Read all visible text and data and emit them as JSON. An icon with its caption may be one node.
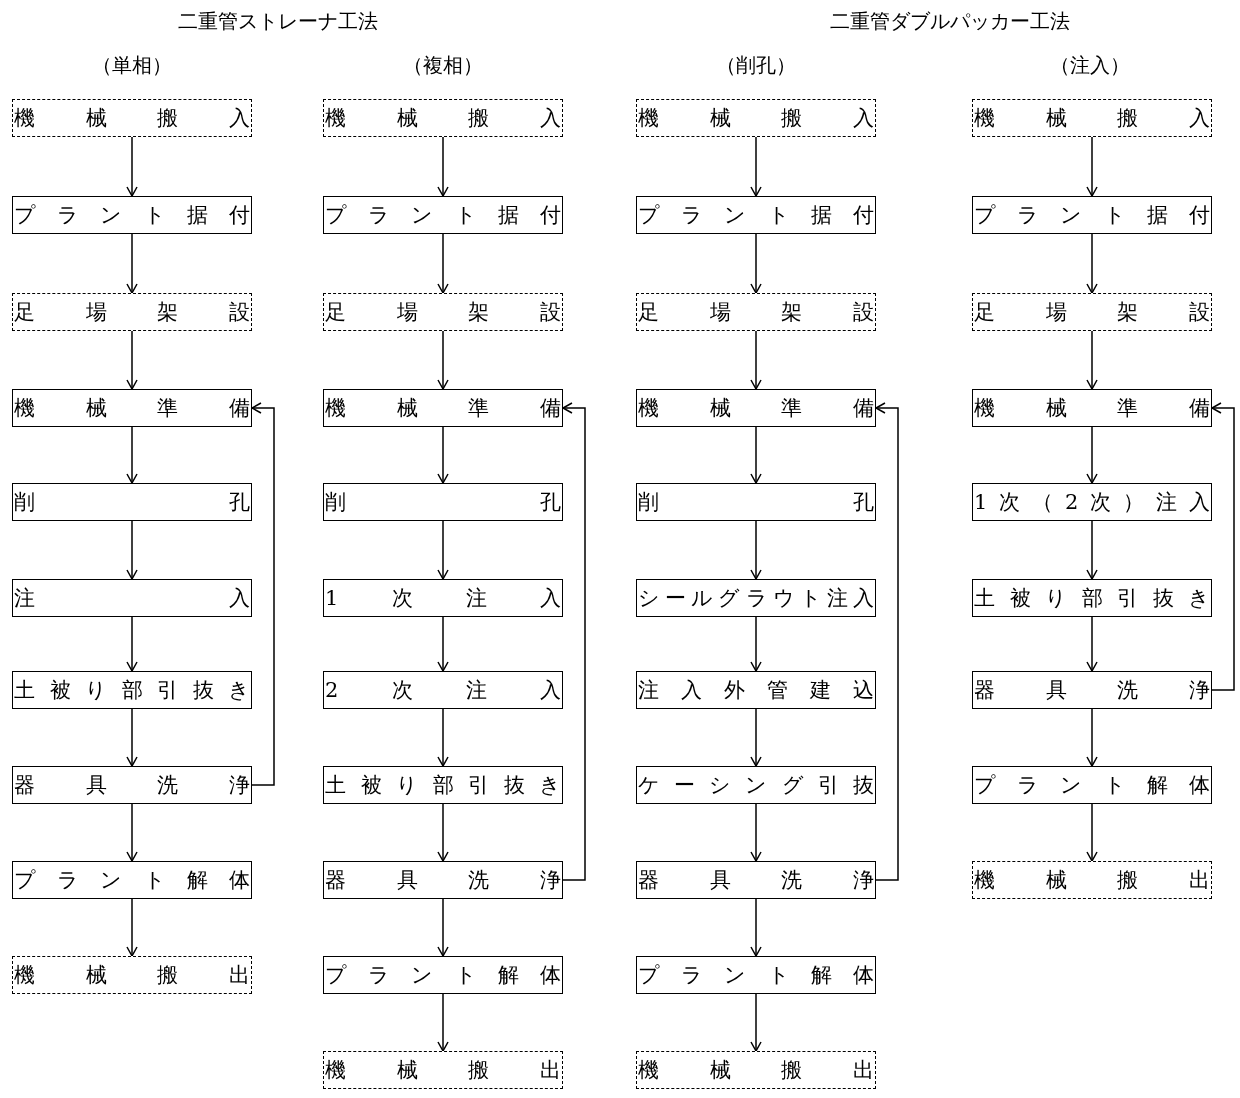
{
  "diagram": {
    "nodes": [
      {
        "text": [
          "機械搬入"
        ]
      },
      {
        "text": [
          "プラント据付"
        ]
      },
      {
        "text": [
          "足場架設"
        ]
      },
      {
        "text": [
          "機械準備"
        ]
      },
      {
        "text": [
          "削孔"
        ]
      },
      {
        "text": [
          "注入"
        ]
      },
      {
        "text": [
          "土被り部引抜き"
        ]
      },
      {
        "text": [
          "器具洗浄"
        ]
      },
      {
        "text": [
          "プラント解体"
        ]
      },
      {
        "text": [
          "機械搬出"
        ]
      },
      {
        "text": [
          "機械搬入"
        ]
      },
      {
        "text": [
          "プラント据付"
        ]
      },
      {
        "text": [
          "足場架設"
        ]
      },
      {
        "text": [
          "機械準備"
        ]
      },
      {
        "text": [
          "削孔"
        ]
      },
      {
        "text": [
          "1次注入"
        ]
      },
      {
        "text": [
          "2次注入"
        ]
      },
      {
        "text": [
          "土被り部引抜き"
        ]
      },
      {
        "text": [
          "器具洗浄"
        ]
      },
      {
        "text": [
          "プラント解体"
        ]
      },
      {
        "text": [
          "機械搬出"
        ]
      },
      {
        "text": [
          "機械搬入"
        ]
      },
      {
        "text": [
          "プラント据付"
        ]
      },
      {
        "text": [
          "足場架設"
        ]
      },
      {
        "text": [
          "機械準備"
        ]
      },
      {
        "text": [
          "削孔"
        ]
      },
      {
        "text": [
          "シールグラウト注入"
        ]
      },
      {
        "text": [
          "注入外管建込"
        ]
      },
      {
        "text": [
          "ケーシング引抜"
        ]
      },
      {
        "text": [
          "器具洗浄"
        ]
      },
      {
        "text": [
          "プラント解体"
        ]
      },
      {
        "text": [
          "機械搬出"
        ]
      },
      {
        "text": [
          "機械搬入"
        ]
      },
      {
        "text": [
          "プラント据付"
        ]
      },
      {
        "text": [
          "足場架設"
        ]
      },
      {
        "text": [
          "機械準備"
        ]
      },
      {
        "text": [
          "1次（2次）注入"
        ]
      },
      {
        "text": [
          "土被り部引抜き"
        ]
      },
      {
        "text": [
          "器具洗浄"
        ]
      },
      {
        "text": [
          "プラント解体"
        ]
      },
      {
        "text": [
          "機械搬出"
        ]
      }
    ],
    "edges": [
      {
        "from": 0,
        "to": 1,
        "arrow": "to"
      },
      {
        "from": 1,
        "to": 2,
        "arrow": "to"
      },
      {
        "from": 2,
        "to": 3,
        "arrow": "to"
      },
      {
        "from": 3,
        "to": 4,
        "arrow": "to"
      },
      {
        "from": 4,
        "to": 5,
        "arrow": "to"
      },
      {
        "from": 5,
        "to": 6,
        "arrow": "to"
      },
      {
        "from": 6,
        "to": 7,
        "arrow": "to"
      },
      {
        "from": 7,
        "to": 8,
        "arrow": "to"
      },
      {
        "from": 8,
        "to": 9,
        "arrow": "to"
      },
      {
        "from": 7,
        "to": 3,
        "arrow": "to"
      },
      {
        "from": 10,
        "to": 11,
        "arrow": "to"
      },
      {
        "from": 11,
        "to": 12,
        "arrow": "to"
      },
      {
        "from": 12,
        "to": 13,
        "arrow": "to"
      },
      {
        "from": 13,
        "to": 14,
        "arrow": "to"
      },
      {
        "from": 14,
        "to": 15,
        "arrow": "to"
      },
      {
        "from": 15,
        "to": 16,
        "arrow": "to"
      },
      {
        "from": 16,
        "to": 17,
        "arrow": "to"
      },
      {
        "from": 17,
        "to": 18,
        "arrow": "to"
      },
      {
        "from": 18,
        "to": 19,
        "arrow": "to"
      },
      {
        "from": 19,
        "to": 20,
        "arrow": "to"
      },
      {
        "from": 18,
        "to": 13,
        "arrow": "to"
      },
      {
        "from": 21,
        "to": 22,
        "arrow": "to"
      },
      {
        "from": 22,
        "to": 23,
        "arrow": "to"
      },
      {
        "from": 23,
        "to": 24,
        "arrow": "to"
      },
      {
        "from": 24,
        "to": 25,
        "arrow": "to"
      },
      {
        "from": 25,
        "to": 26,
        "arrow": "to"
      },
      {
        "from": 26,
        "to": 27,
        "arrow": "to"
      },
      {
        "from": 27,
        "to": 28,
        "arrow": "to"
      },
      {
        "from": 28,
        "to": 29,
        "arrow": "to"
      },
      {
        "from": 29,
        "to": 30,
        "arrow": "to"
      },
      {
        "from": 30,
        "to": 31,
        "arrow": "to"
      },
      {
        "from": 29,
        "to": 24,
        "arrow": "to"
      },
      {
        "from": 32,
        "to": 33,
        "arrow": "to"
      },
      {
        "from": 33,
        "to": 34,
        "arrow": "to"
      },
      {
        "from": 34,
        "to": 35,
        "arrow": "to"
      },
      {
        "from": 35,
        "to": 36,
        "arrow": "to"
      },
      {
        "from": 36,
        "to": 37,
        "arrow": "to"
      },
      {
        "from": 37,
        "to": 38,
        "arrow": "to"
      },
      {
        "from": 38,
        "to": 39,
        "arrow": "to"
      },
      {
        "from": 39,
        "to": 40,
        "arrow": "to"
      },
      {
        "from": 38,
        "to": 35,
        "arrow": "to"
      }
    ],
    "labels": [
      "二重管ストレーナ工法",
      "二重管ダブルパッカー工法",
      "（単相）",
      "（複相）",
      "（削孔）",
      "（注入）"
    ]
  }
}
